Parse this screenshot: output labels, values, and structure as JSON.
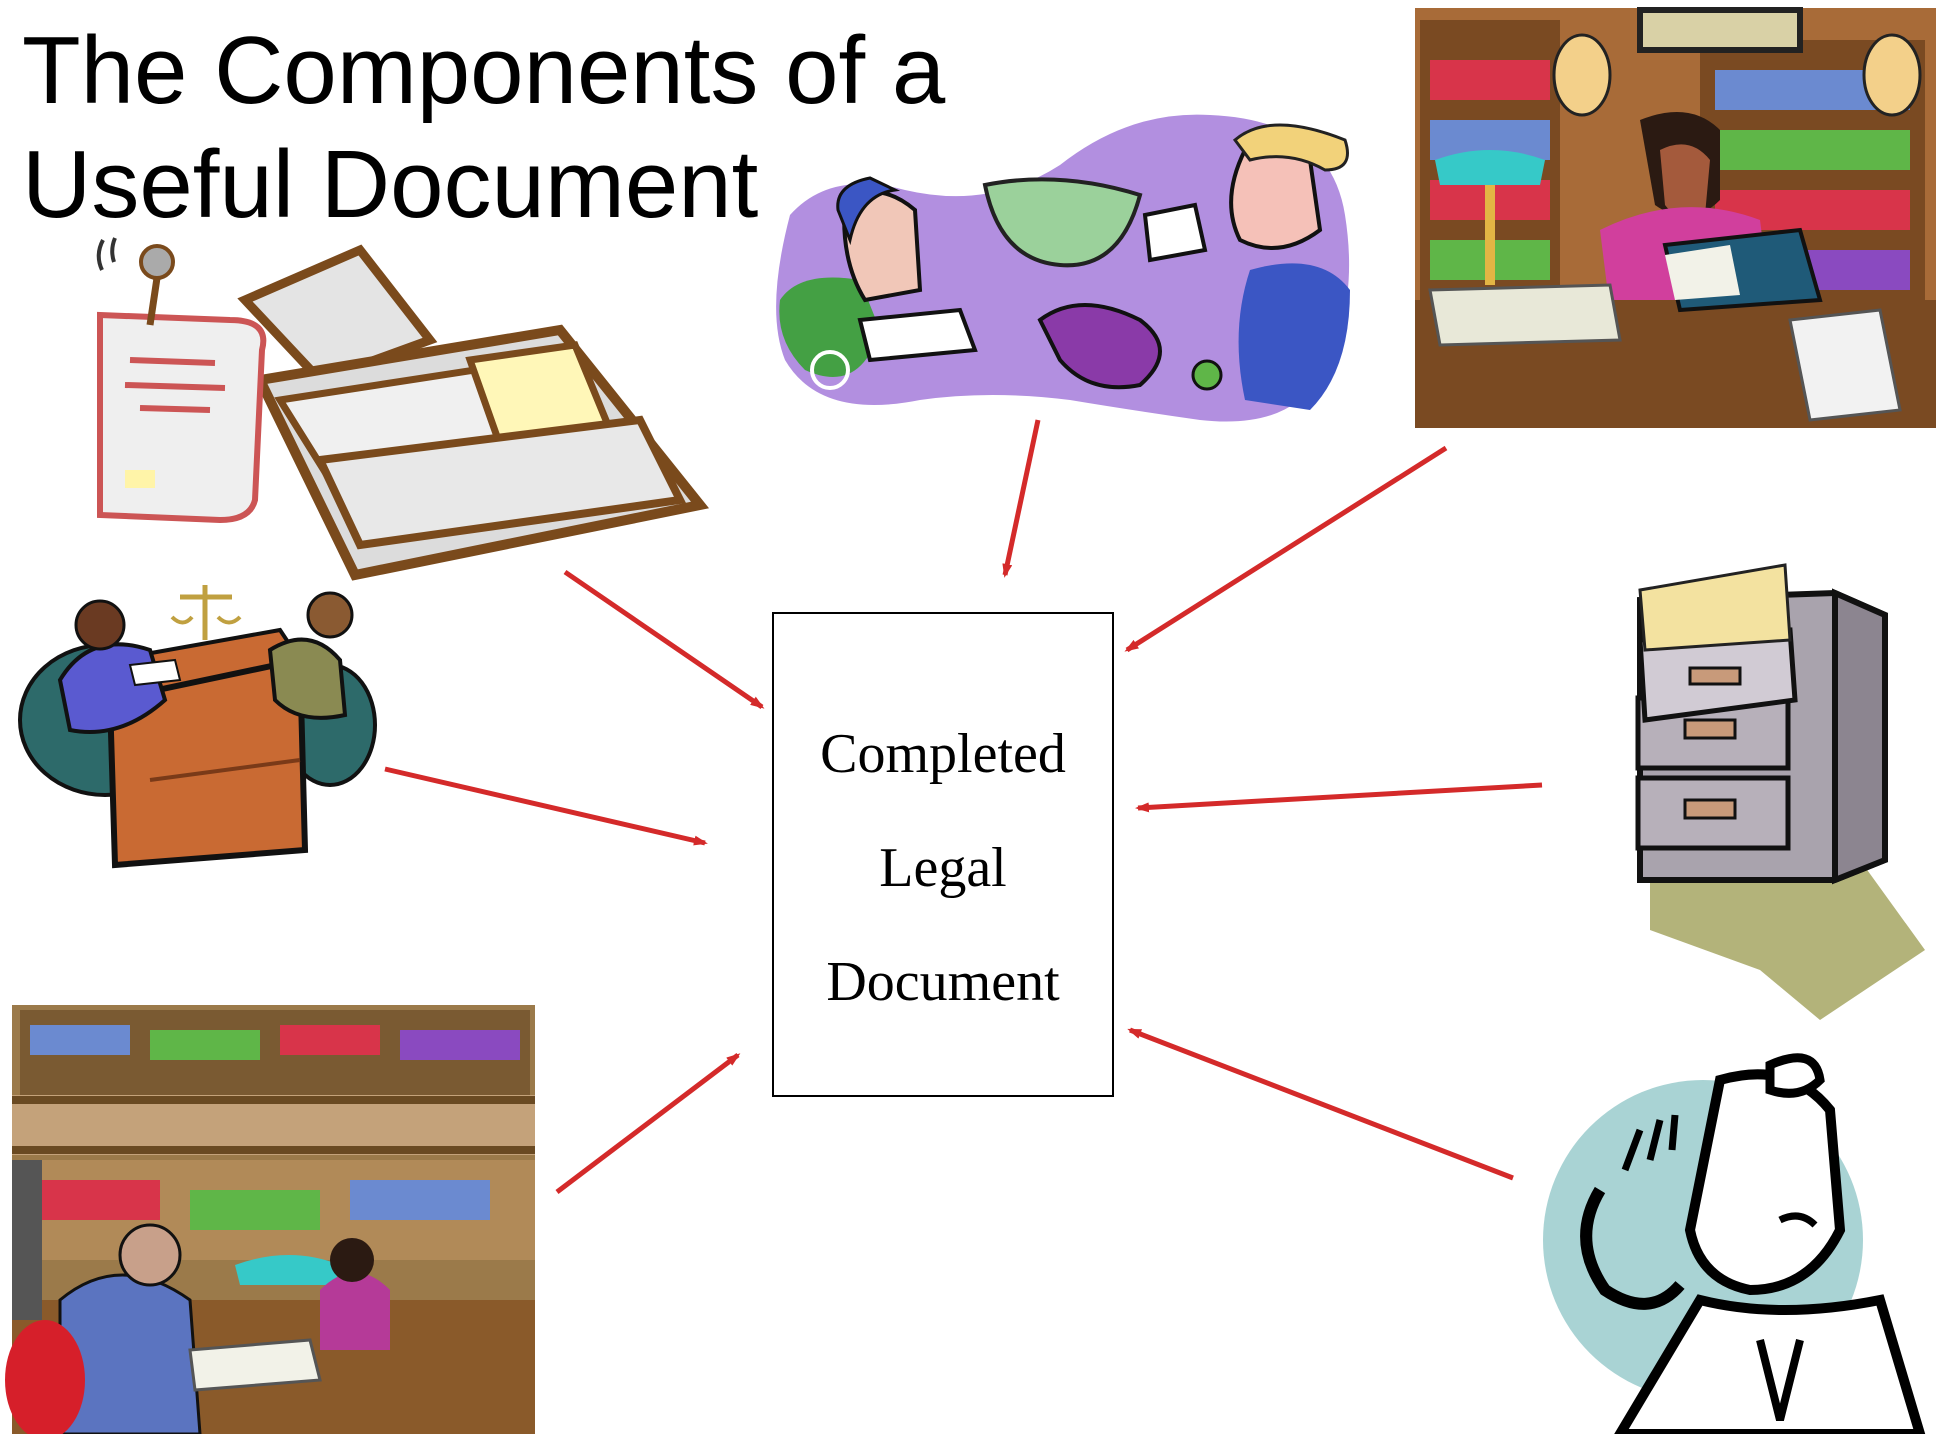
{
  "title": {
    "line1": "The Components of a",
    "line2": "Useful Document"
  },
  "center": {
    "line1": "Completed",
    "line2": "Legal",
    "line3": "Document"
  },
  "colors": {
    "arrow": "#d42a2a",
    "background": "#ffffff",
    "text": "#000000"
  },
  "icons": [
    "documents-clipart-icon",
    "meeting-clipart-icon",
    "library-clipart-icon",
    "communication-clipart-icon",
    "reading-clipart-icon",
    "file-cabinet-icon",
    "phone-man-icon"
  ]
}
